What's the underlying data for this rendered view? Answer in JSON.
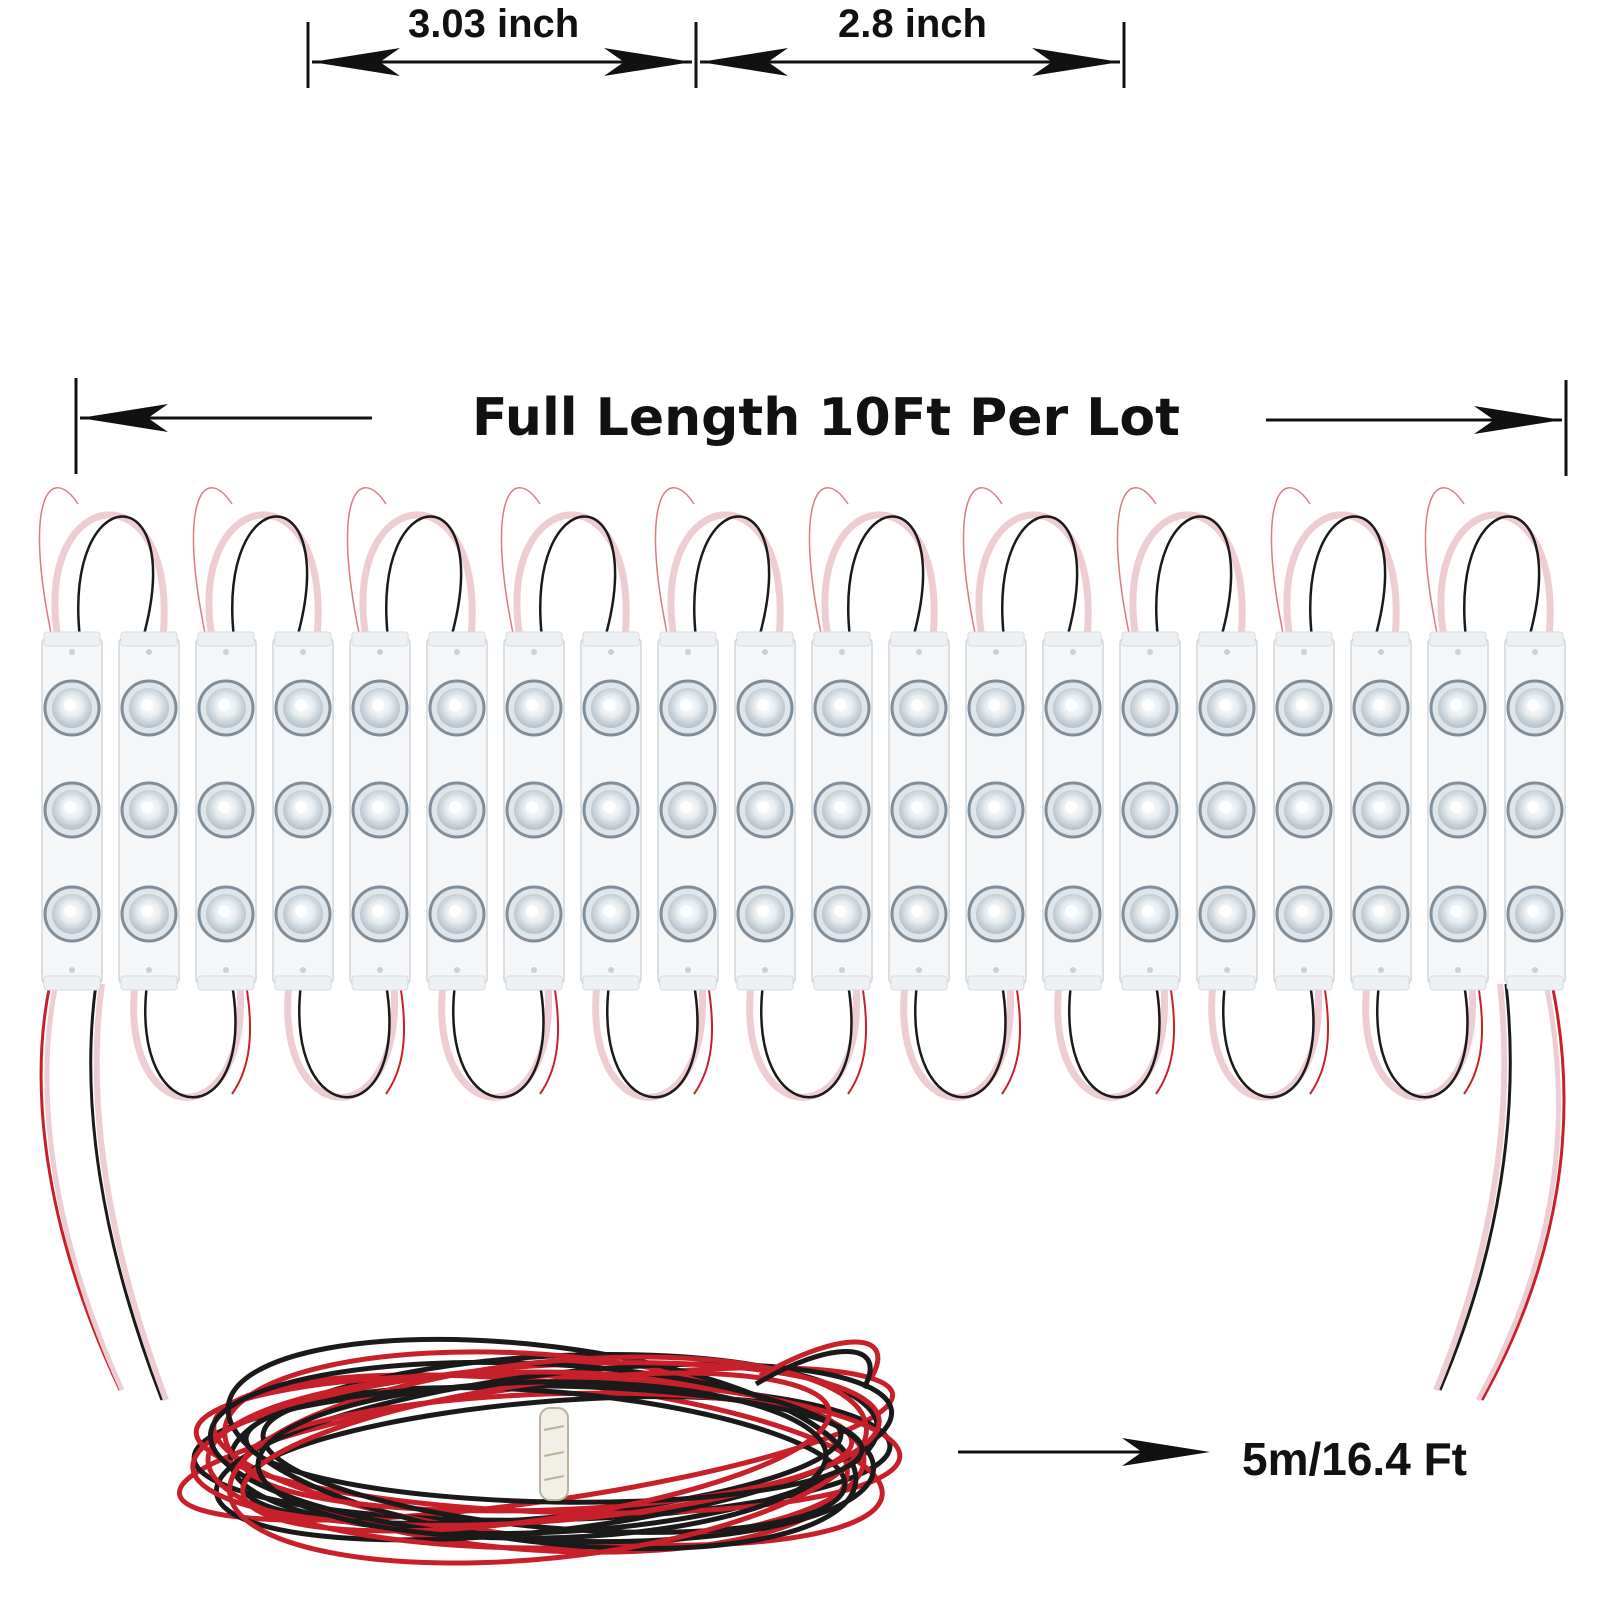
{
  "dimensions": {
    "module_pitch_label": "3.03 inch",
    "module_gap_label": "2.8 inch",
    "full_length_label": "Full Length 10Ft Per Lot",
    "cable_length_label": "5m/16.4 Ft"
  },
  "product": {
    "module_count": 20,
    "leds_per_module": 3,
    "cable_colors": [
      "red",
      "black"
    ]
  },
  "colors": {
    "wire_red": "#c8202a",
    "wire_black": "#1a1a1a",
    "module_body": "#f4f6f7",
    "lens_ring": "#7f8e9a",
    "text": "#111111"
  }
}
